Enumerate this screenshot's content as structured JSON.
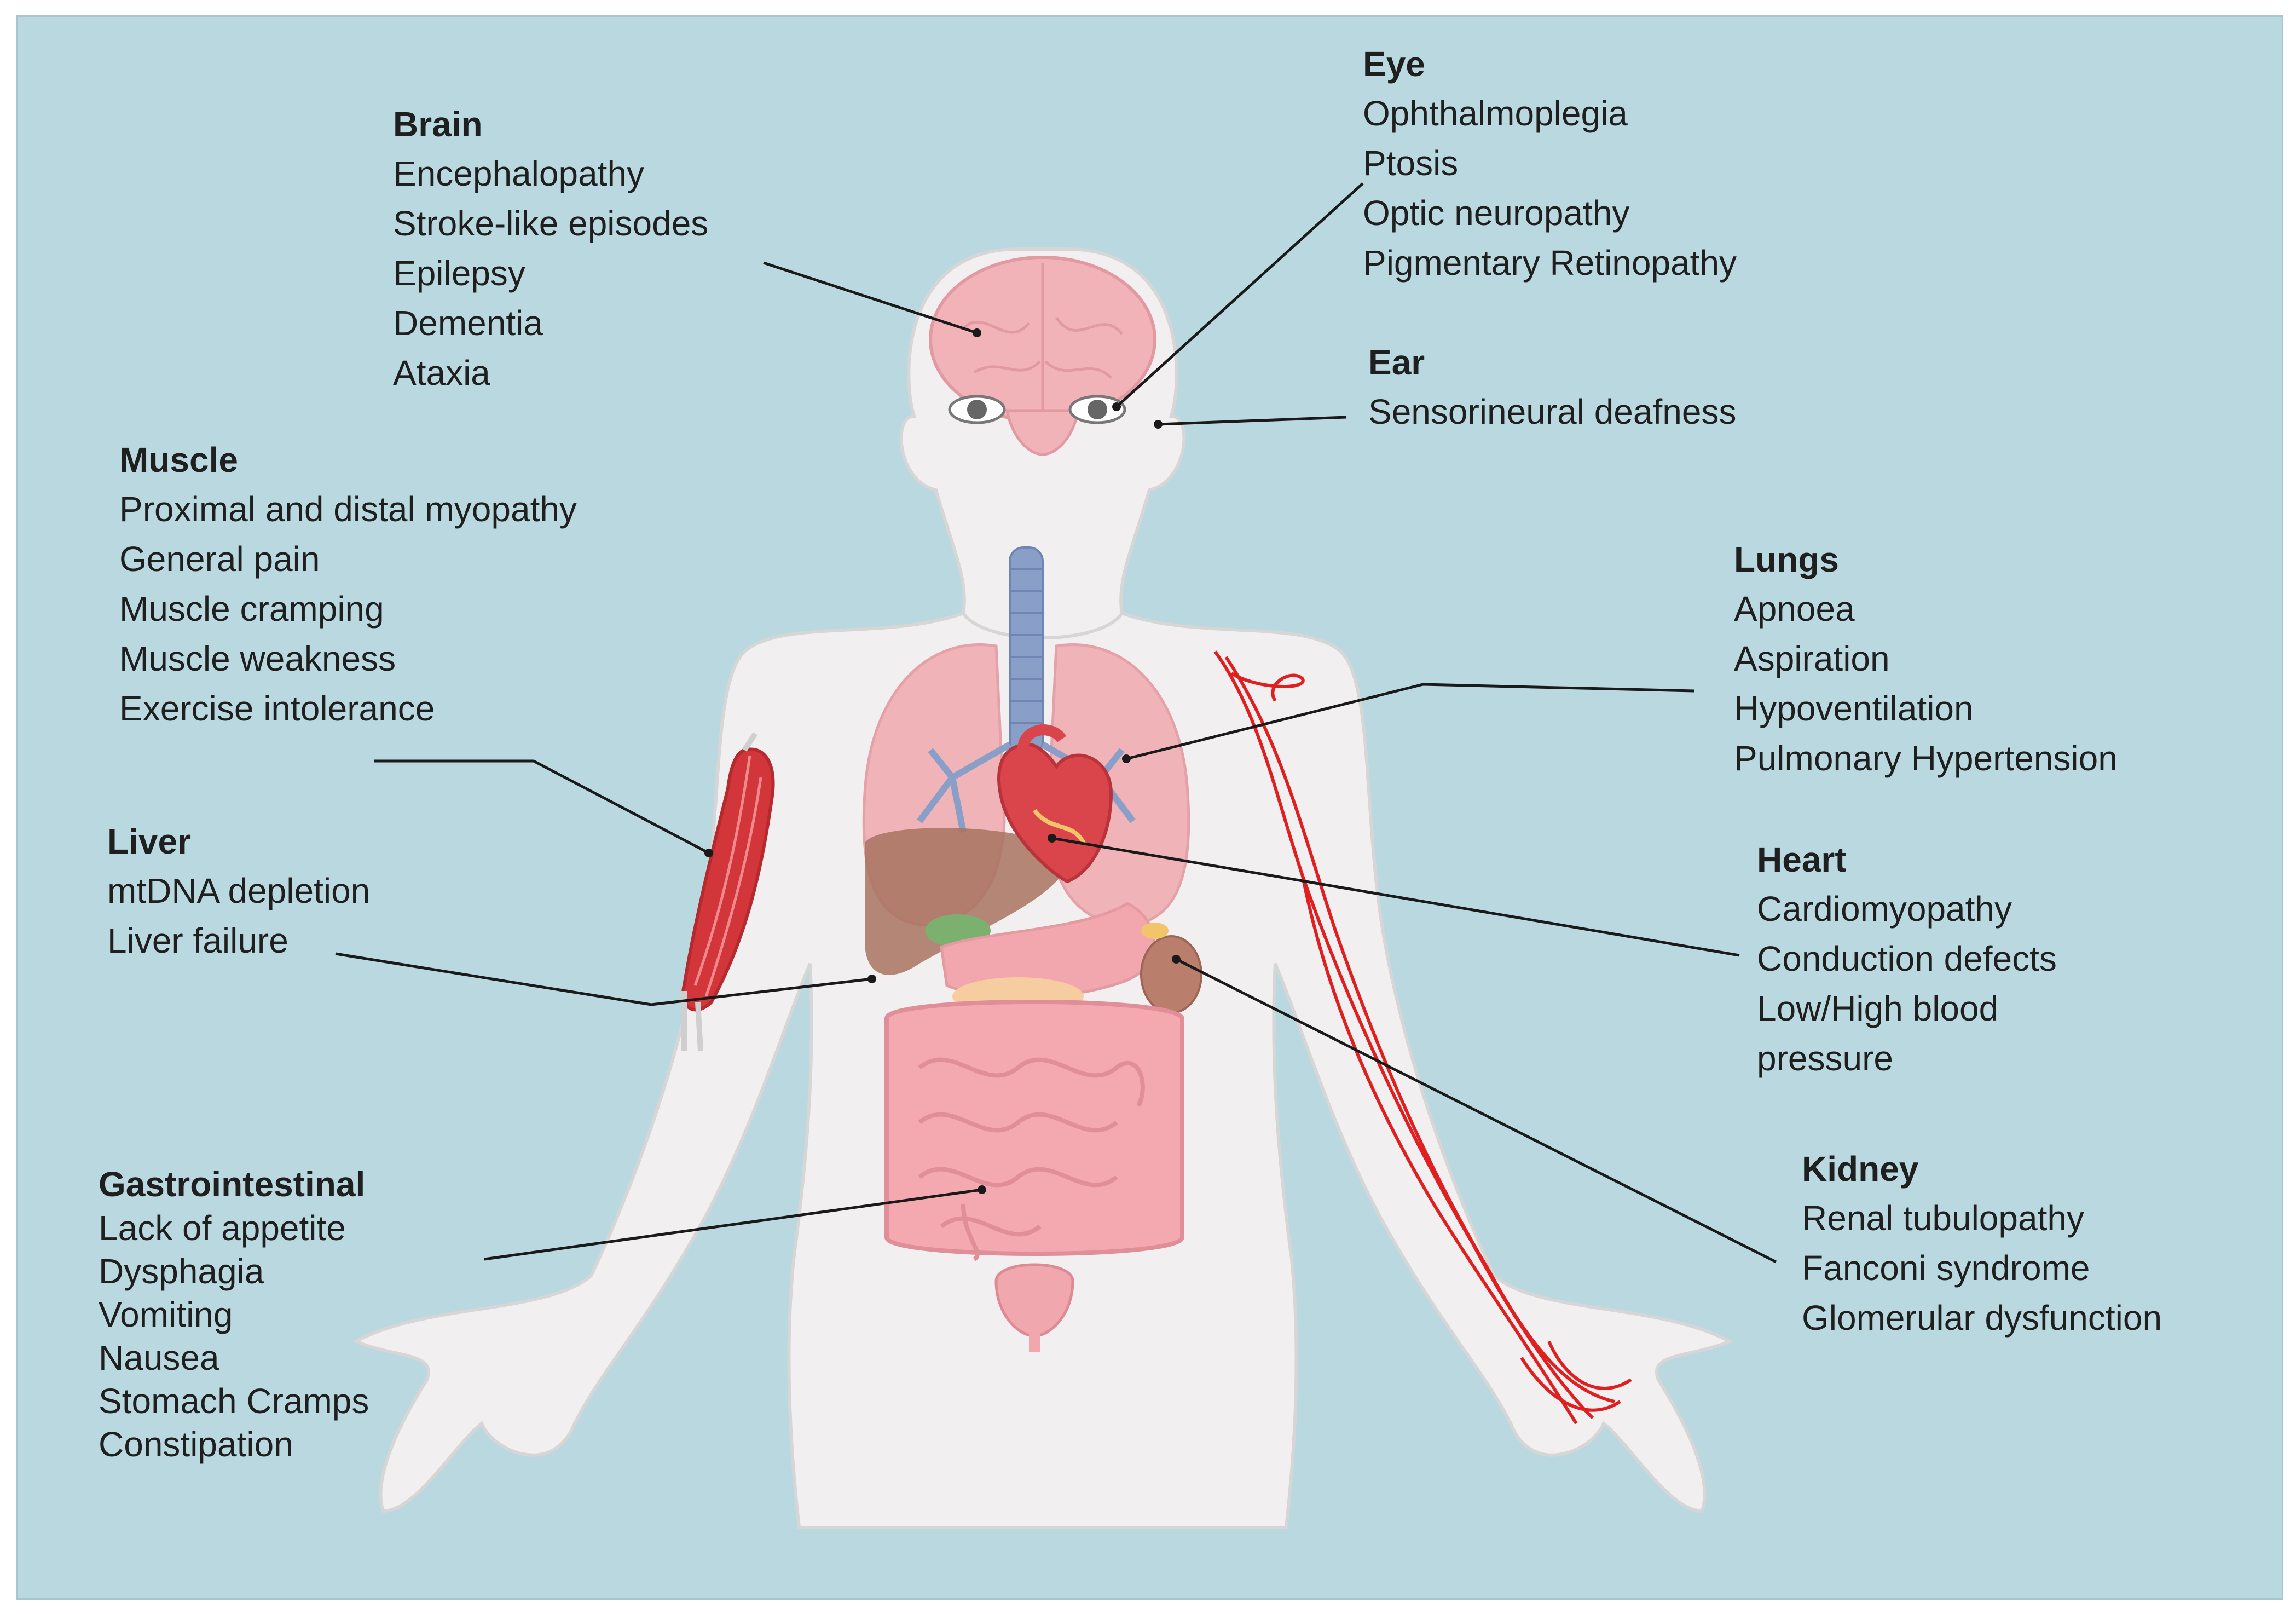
{
  "callouts": {
    "brain": {
      "title": "Brain",
      "items": [
        "Encephalopathy",
        "Stroke-like episodes",
        "Epilepsy",
        "Dementia",
        "Ataxia"
      ]
    },
    "eye": {
      "title": "Eye",
      "items": [
        "Ophthalmoplegia",
        "Ptosis",
        "Optic neuropathy",
        "Pigmentary Retinopathy"
      ]
    },
    "ear": {
      "title": "Ear",
      "items": [
        "Sensorineural deafness"
      ]
    },
    "muscle": {
      "title": "Muscle",
      "items": [
        "Proximal and distal myopathy",
        "General pain",
        "Muscle cramping",
        "Muscle weakness",
        "Exercise intolerance"
      ]
    },
    "lungs": {
      "title": "Lungs",
      "items": [
        "Apnoea",
        "Aspiration",
        "Hypoventilation",
        "Pulmonary Hypertension"
      ]
    },
    "liver": {
      "title": "Liver",
      "items": [
        "mtDNA depletion",
        "Liver failure"
      ]
    },
    "heart": {
      "title": "Heart",
      "items": [
        "Cardiomyopathy",
        "Conduction defects",
        "Low/High blood",
        "pressure"
      ]
    },
    "kidney": {
      "title": "Kidney",
      "items": [
        "Renal tubulopathy",
        "Fanconi syndrome",
        "Glomerular dysfunction"
      ]
    },
    "gastro": {
      "title": "Gastrointestinal",
      "items": [
        "Lack of appetite",
        "Dysphagia",
        "Vomiting",
        "Nausea",
        "Stomach Cramps",
        "Constipation"
      ]
    }
  },
  "colors": {
    "background": "#bad8df",
    "body": "#f1eff0",
    "organ_pink": "#f0a7ad",
    "muscle_red": "#d2363a",
    "vessel_red": "#e02020",
    "airway_blue": "#8a9fc8",
    "liver_brown": "#a8735f",
    "leader_line": "#1a1a1a"
  }
}
